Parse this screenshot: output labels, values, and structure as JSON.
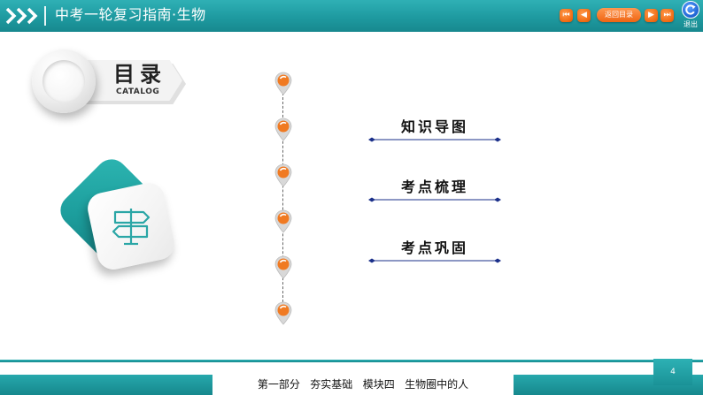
{
  "header": {
    "title": "中考一轮复习指南·生物",
    "nav": {
      "first_symbol": "⏮",
      "prev_symbol": "◀",
      "catalog_label": "返回目录",
      "next_symbol": "▶",
      "last_symbol": "⏭",
      "exit_label": "退出"
    },
    "colors": {
      "teal": "#1e9aa0",
      "orange": "#f06a12",
      "exit_blue": "#1a5fcf"
    }
  },
  "catalog": {
    "title": "目录",
    "subtitle": "CATALOG",
    "decor_icon": "signpost-icon"
  },
  "menu": {
    "items": [
      {
        "label": "知识导图"
      },
      {
        "label": "考点梳理"
      },
      {
        "label": "考点巩固"
      }
    ],
    "line_color": "#1a2f8a"
  },
  "timeline": {
    "pin_icon": "orange-map-pin-icon",
    "pin_count": 6
  },
  "footer": {
    "text": "第一部分   夯实基础   模块四   生物圈中的人",
    "page_number": "4"
  }
}
